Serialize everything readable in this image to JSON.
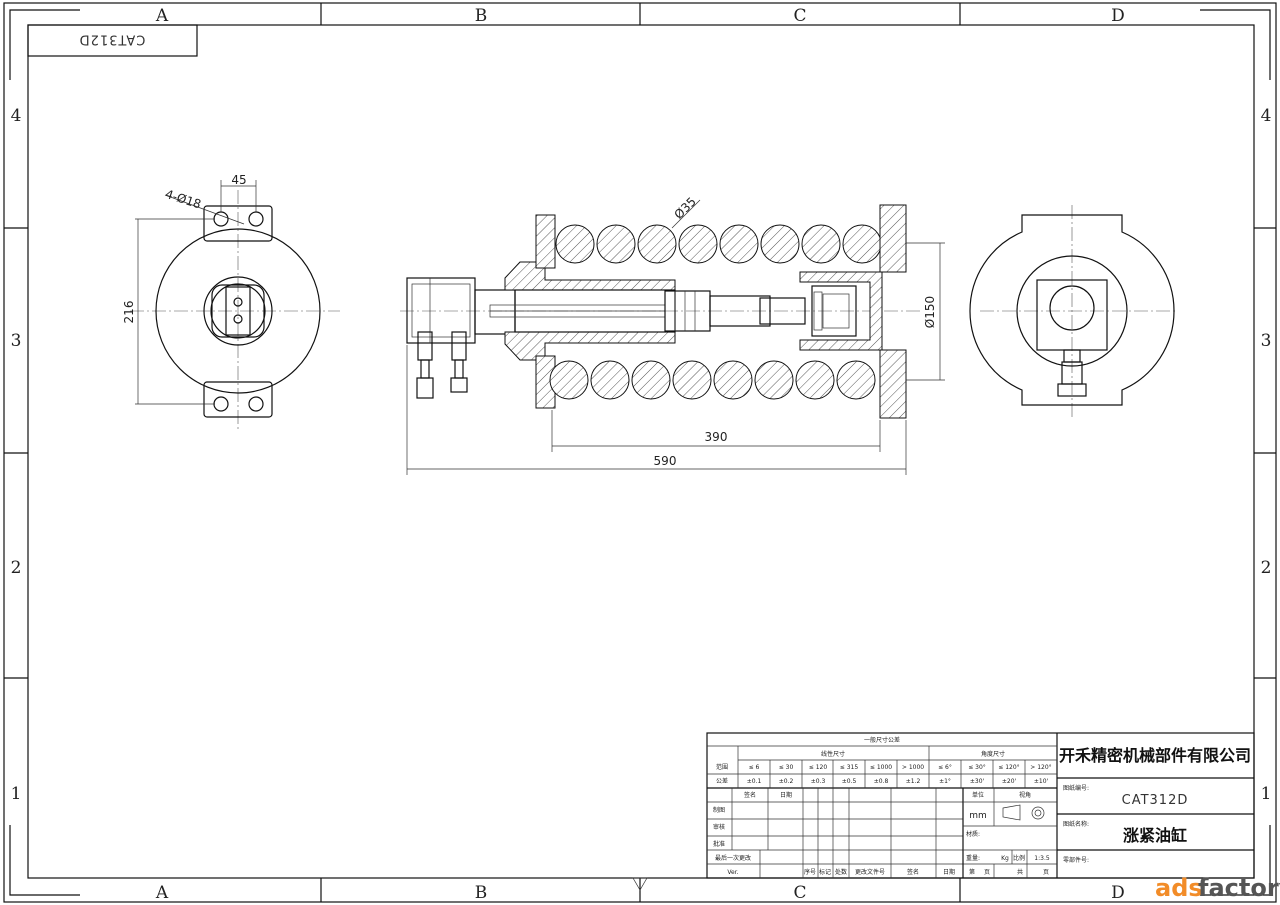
{
  "zones": {
    "columns": [
      "A",
      "B",
      "C",
      "D"
    ],
    "rows": [
      "4",
      "3",
      "2",
      "1"
    ]
  },
  "drawing_number_stamp": "CAT312D",
  "dimensions": {
    "hole_spacing": "45",
    "holes": "4-Ø18",
    "height": "216",
    "spring_wire": "Ø35",
    "flange": "Ø150",
    "spring_length": "390",
    "total_length": "590"
  },
  "title_block": {
    "general_tolerance_title": "一般尺寸公差",
    "linear_title": "线性尺寸",
    "angular_title": "角度尺寸",
    "range_label": "范围",
    "tolerance_label": "公差",
    "linear_ranges": [
      "≤ 6",
      "≤ 30",
      "≤ 120",
      "≤ 315",
      "≤ 1000",
      "> 1000"
    ],
    "linear_tolerances": [
      "±0.1",
      "±0.2",
      "±0.3",
      "±0.5",
      "±0.8",
      "±1.2"
    ],
    "angular_ranges": [
      "≤ 6°",
      "≤ 30°",
      "≤ 120°",
      "> 120°"
    ],
    "angular_tolerances": [
      "±1°",
      "±30'",
      "±20'",
      "±10'"
    ],
    "sign_label": "签名",
    "date_label": "日期",
    "drawn_by": "制图",
    "checked_by": "审核",
    "approved_by": "批准",
    "last_change": "最后一次更改",
    "ver_label": "Ver.",
    "seq": "序号",
    "mark": "标记",
    "zone": "处数",
    "change_doc": "更改文件号",
    "signature": "签名",
    "date2": "日期",
    "unit_label": "单位",
    "unit_value": "mm",
    "view_label": "视角",
    "material_label": "材质:",
    "weight_label": "重量:",
    "weight_unit": "Kg",
    "scale_label": "比例",
    "scale_value": "1:3.5",
    "sheet_label": "第",
    "page_label": "页",
    "total_label": "共",
    "page_label2": "页",
    "company": "开禾精密机械部件有限公司",
    "drawing_no_label": "图纸编号:",
    "drawing_no": "CAT312D",
    "drawing_name_label": "图纸名称:",
    "drawing_name": "涨紧油缸",
    "part_no_label": "零部件号:"
  },
  "watermark": {
    "part1": "ads",
    "part2": "factory",
    "color1": "#f28c28",
    "color2": "#555555"
  }
}
